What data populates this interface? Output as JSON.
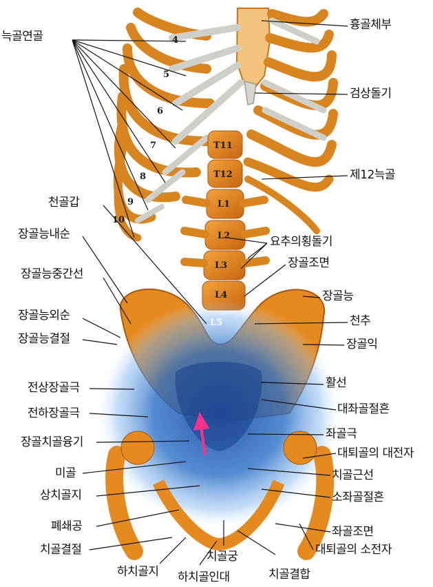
{
  "ribs": [
    "4",
    "5",
    "6",
    "7",
    "8",
    "9",
    "10"
  ],
  "vertebrae": [
    "T11",
    "T12",
    "L1",
    "L2",
    "L3",
    "L4",
    "L5"
  ],
  "labels": {
    "costal_cartilage": "늑골연골",
    "sternum_body": "흉골체부",
    "xiphoid_process": "검상돌기",
    "rib_12": "제12늑골",
    "iliac_crest": "천골갑",
    "iliac_inner_lip": "장골능내순",
    "iliac_intermediate_line": "장골능중간선",
    "iliac_outer_lip": "장골능외순",
    "iliac_tubercle": "장골능결절",
    "lumbar_transverse": "요추의횡돌기",
    "auricular_surface": "장골조면",
    "iliac_crest_right": "장골능",
    "sacrum": "천추",
    "iliac_wing": "장골익",
    "arcuate_line": "활선",
    "asis": "전상장골극",
    "greater_sciatic_notch": "대좌골절흔",
    "aiis": "전하장골극",
    "ischial_spine": "좌골극",
    "iliopubic_eminence": "장골치골융기",
    "greater_trochanter": "대퇴골의 대전자",
    "coccyx": "미골",
    "pecten_pubis": "치골근선",
    "superior_pubic_ramus": "상치골지",
    "lesser_sciatic_notch": "소좌골절흔",
    "obturator_foramen": "폐쇄공",
    "ischial_tuberosity": "좌골조면",
    "pubic_tubercle": "치골결절",
    "lesser_trochanter": "대퇴골의 소전자",
    "inferior_pubic_ramus": "하치골지",
    "pubic_arch": "치골궁",
    "inferior_pubic_ligament": "하치골인대",
    "pubic_symphysis": "치골결합"
  },
  "colors": {
    "bone_orange": "#e58a1f",
    "cartilage_gray": "#c9c9c4",
    "pelvis_blue": "#2b6fc4",
    "arrow_pink": "#ff2f8a"
  }
}
